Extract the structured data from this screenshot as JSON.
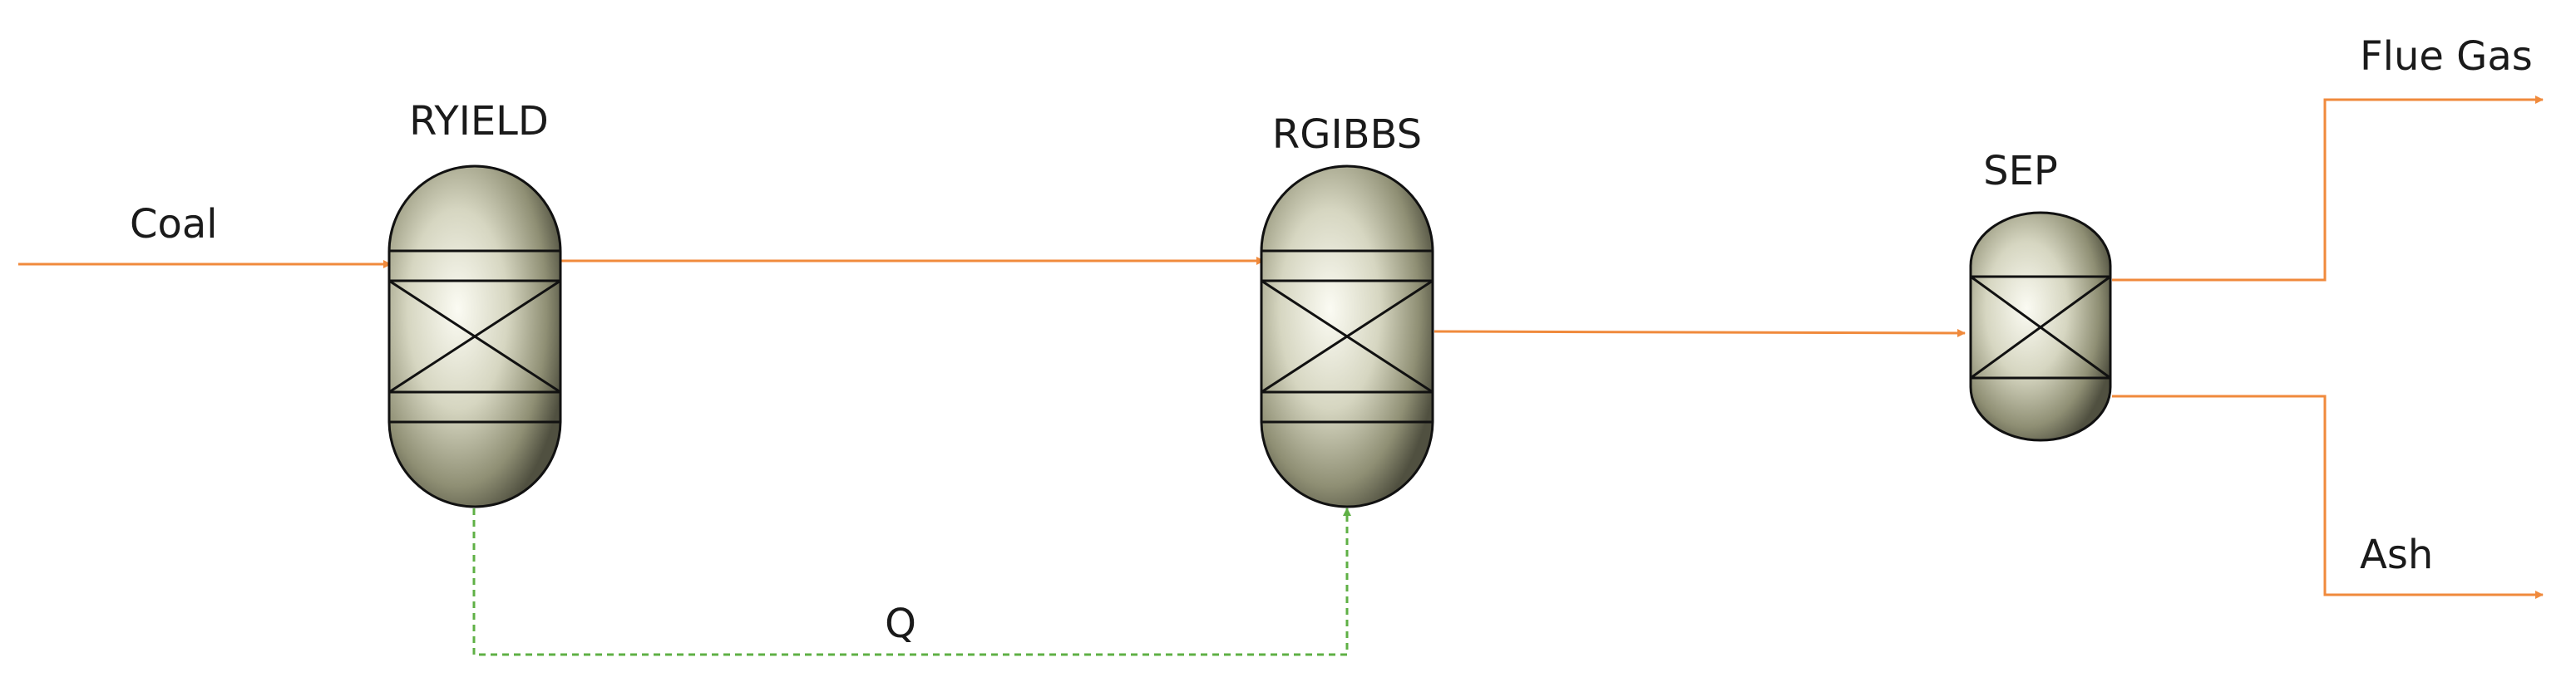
{
  "diagram": {
    "units": {
      "ryield": "RYIELD",
      "rgibbs": "RGIBBS",
      "sep": "SEP"
    },
    "streams": {
      "coal": "Coal",
      "heat": "Q",
      "flue_gas": "Flue Gas",
      "ash": "Ash"
    },
    "colors": {
      "material_stream": "#f08a3c",
      "heat_stream": "#5fb045",
      "vessel_outline": "#111111"
    }
  }
}
